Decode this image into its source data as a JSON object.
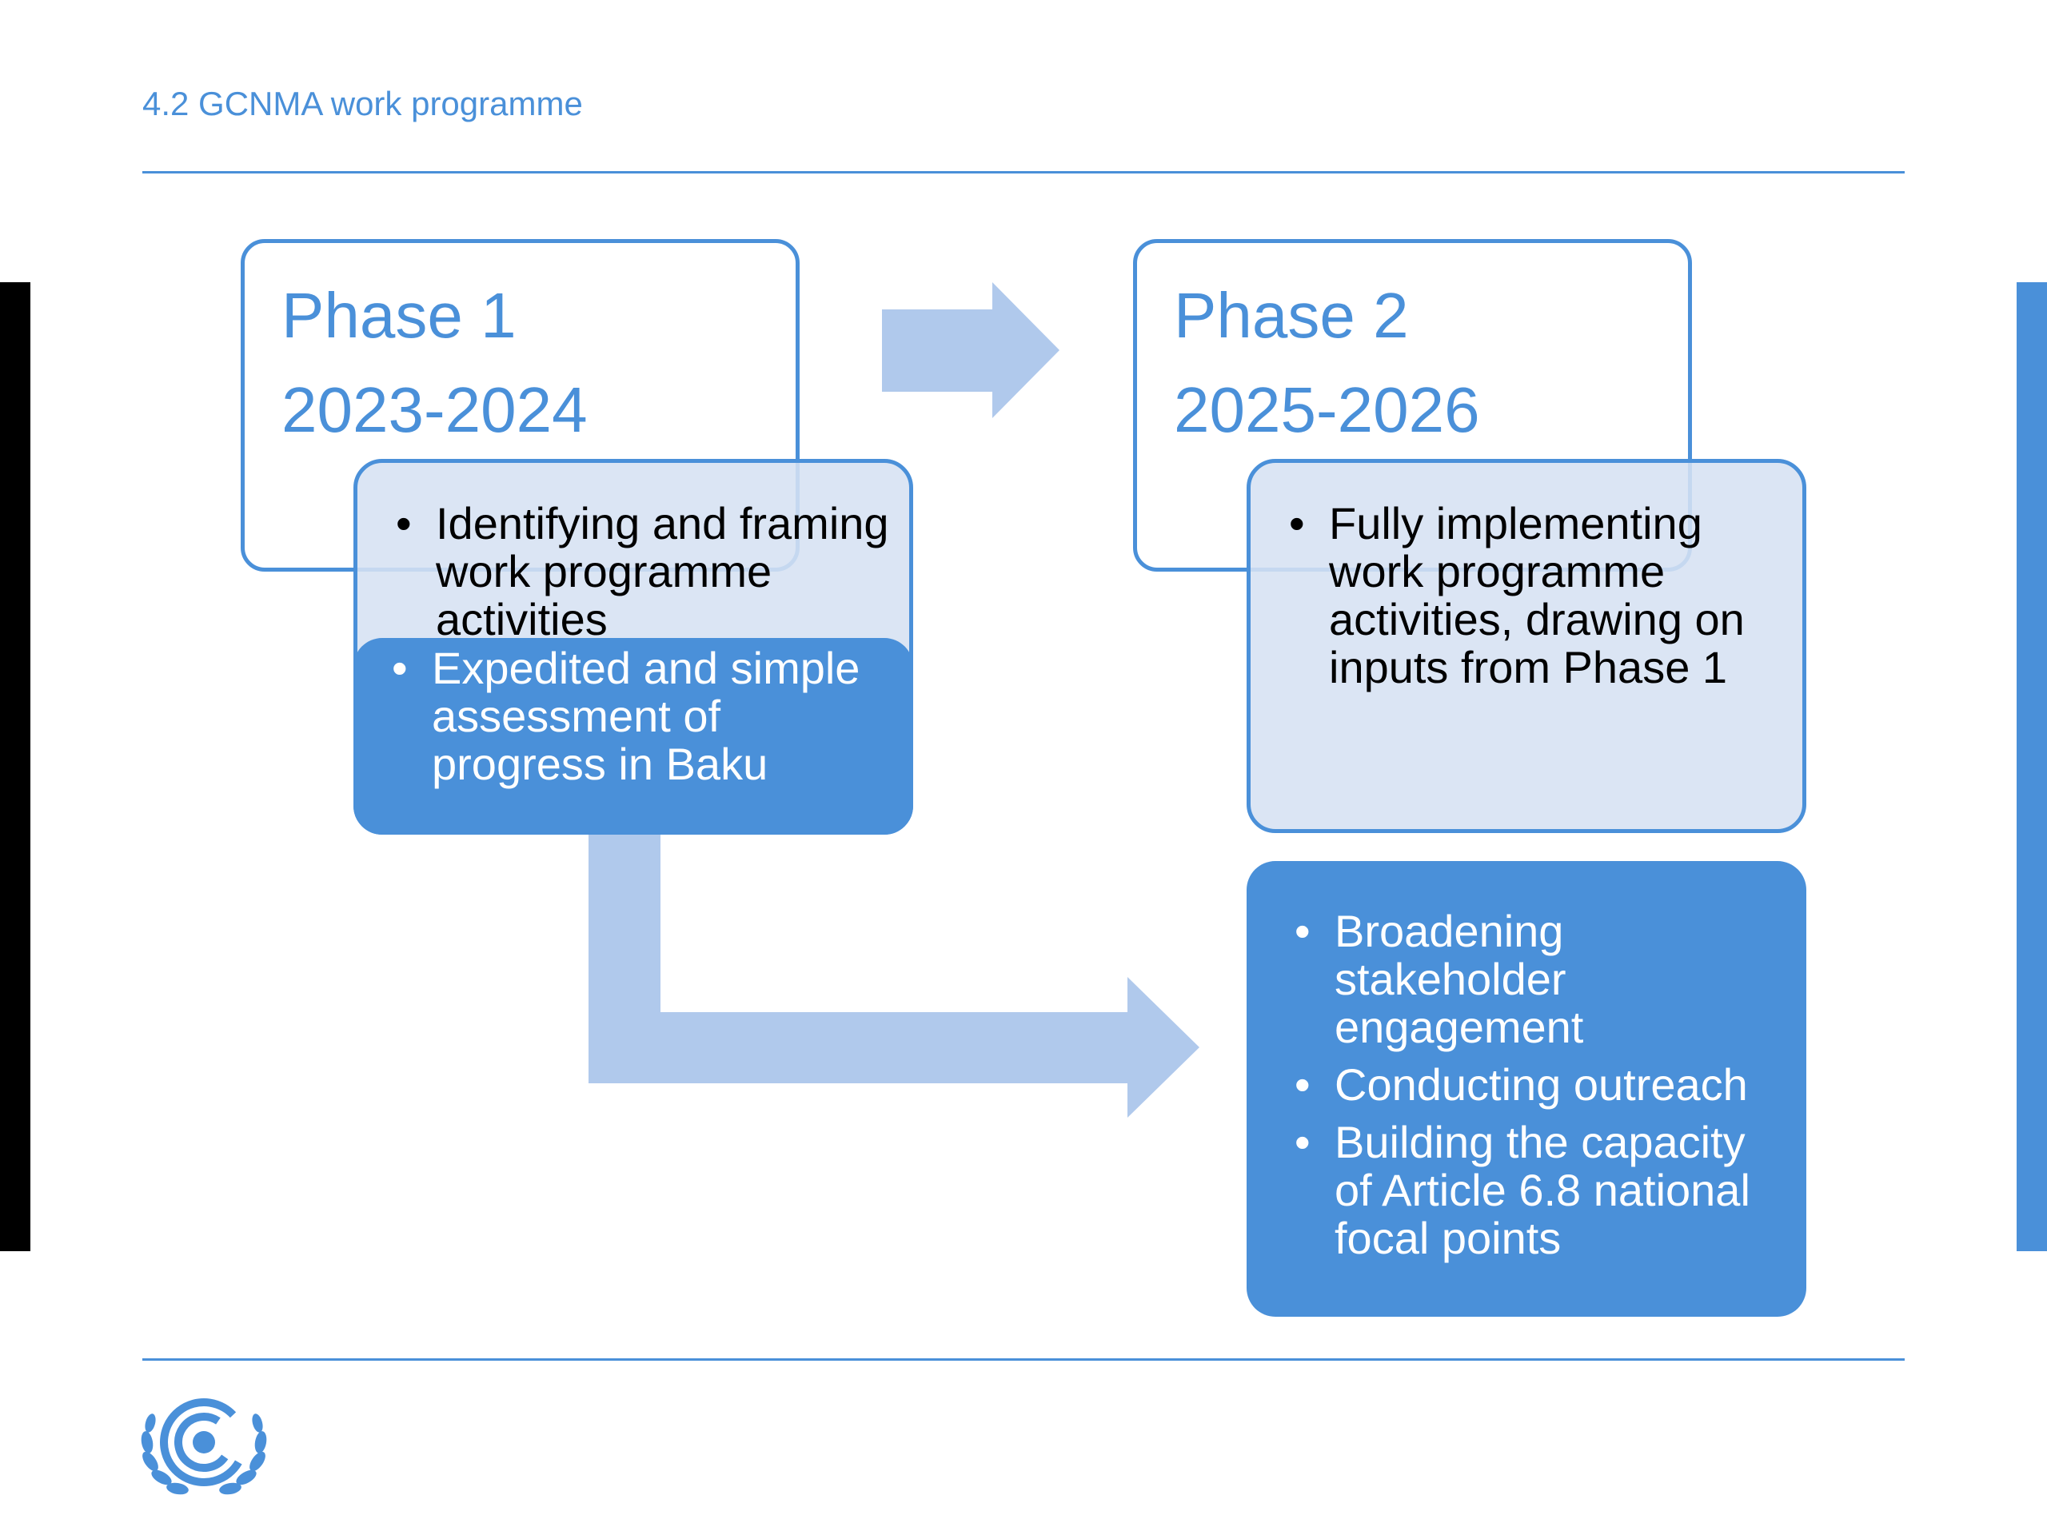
{
  "header": {
    "title": "4.2 GCNMA work programme"
  },
  "phase1": {
    "name": "Phase 1",
    "years": "2023-2024",
    "items_light": [
      "Identifying and framing work programme activities"
    ],
    "items_dark": [
      "Expedited and simple assessment of progress in Baku"
    ]
  },
  "phase2": {
    "name": "Phase 2",
    "years": "2025-2026",
    "items_light": [
      "Fully implementing work programme activities, drawing on inputs from Phase 1"
    ]
  },
  "outreach": {
    "items": [
      "Broadening stakeholder engagement",
      "Conducting outreach",
      "Building the capacity of Article 6.8 national focal points"
    ]
  },
  "logo": {
    "icon": "un-climate-change-emblem-icon"
  },
  "colors": {
    "accent": "#4a90d9",
    "light_fill": "#d6e1f2",
    "arrow": "#b0c9ec",
    "left_bar": "#000000"
  }
}
